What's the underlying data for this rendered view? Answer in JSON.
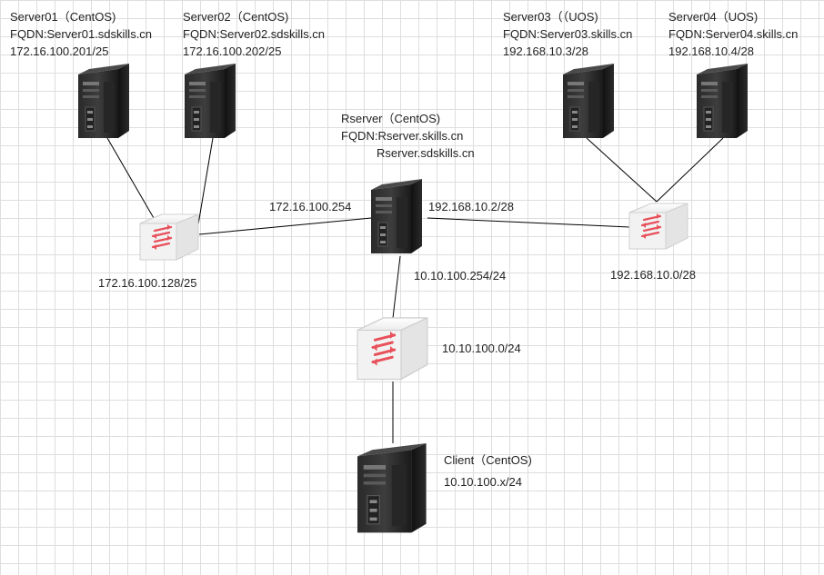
{
  "nodes": {
    "server01": {
      "name": "Server01（CentOS)",
      "fqdn": "FQDN:Server01.sdskills.cn",
      "ip": "172.16.100.201/25"
    },
    "server02": {
      "name": "Server02（CentOS)",
      "fqdn": "FQDN:Server02.sdskills.cn",
      "ip": "172.16.100.202/25"
    },
    "server03": {
      "name": "Server03（（UOS)",
      "fqdn": "FQDN:Server03.skills.cn",
      "ip": "192.168.10.3/28"
    },
    "server04": {
      "name": "Server04（UOS)",
      "fqdn": "FQDN:Server04.skills.cn",
      "ip": "192.168.10.4/28"
    },
    "rserver": {
      "name": "Rserver（CentOS)",
      "fqdn": "FQDN:Rserver.skills.cn",
      "fqdn2": "Rserver.sdskills.cn"
    },
    "client": {
      "name": "Client（CentOS)",
      "ip": "10.10.100.x/24"
    }
  },
  "interfaces": {
    "rserver_left": "172.16.100.254",
    "rserver_right": "192.168.10.2/28",
    "rserver_bottom": "10.10.100.254/24"
  },
  "networks": {
    "left": "172.16.100.128/25",
    "right": "192.168.10.0/28",
    "bottom": "10.10.100.0/24"
  },
  "colors": {
    "tower_dark": "#1c1c1c",
    "tower_mid": "#3a3a3a",
    "switch_face": "#f4f4f4",
    "switch_arrow": "#e8505b",
    "link": "#000000"
  }
}
